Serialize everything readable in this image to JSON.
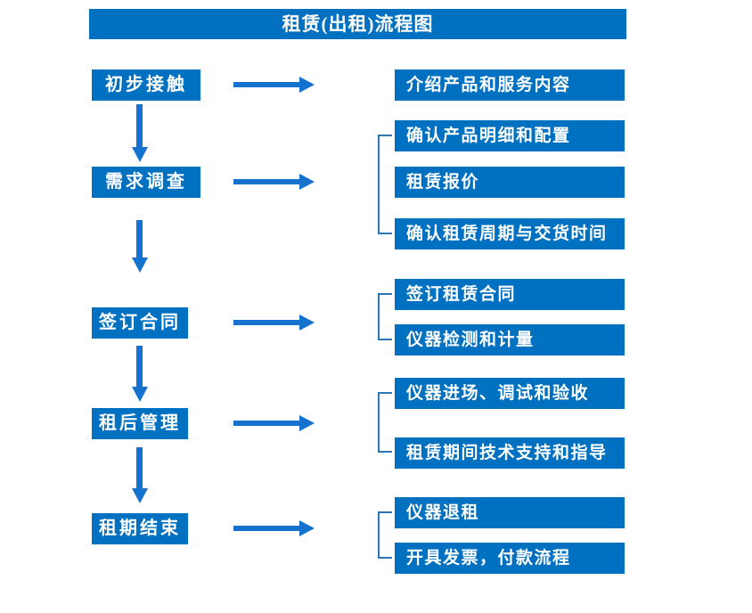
{
  "title": "租赁(出租)流程图",
  "colors": {
    "box": "#0070c0",
    "arrow": "#1572ce",
    "bracket": "#2e75b6",
    "text": "#ffffff",
    "background": "#ffffff"
  },
  "flow": {
    "steps": [
      {
        "label": "初步接触",
        "details": [
          "介绍产品和服务内容"
        ]
      },
      {
        "label": "需求调查",
        "details": [
          "确认产品明细和配置",
          "租赁报价",
          "确认租赁周期与交货时间"
        ]
      },
      {
        "label": "签订合同",
        "details": [
          "签订租赁合同",
          "仪器检测和计量"
        ]
      },
      {
        "label": "租后管理",
        "details": [
          "仪器进场、调试和验收",
          "租赁期间技术支持和指导"
        ]
      },
      {
        "label": "租期结束",
        "details": [
          "仪器退租",
          "开具发票，付款流程"
        ]
      }
    ]
  }
}
